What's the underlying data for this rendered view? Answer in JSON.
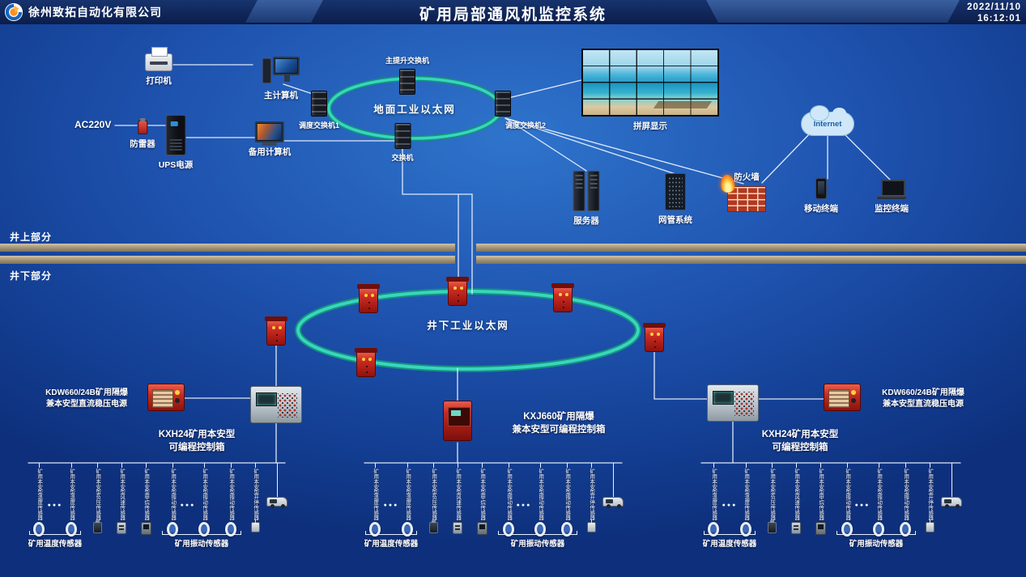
{
  "header": {
    "company": "徐州致拓自动化有限公司",
    "title": "矿用局部通风机监控系统",
    "date": "2022/11/10",
    "time": "16:12:01"
  },
  "sections": {
    "surface": "井上部分",
    "underground": "井下部分"
  },
  "surface": {
    "ring_label": "地面工业以太网",
    "printer": "打印机",
    "main_computer": "主计算机",
    "power_in": "AC220V",
    "arrester": "防雷器",
    "ups": "UPS电源",
    "backup_computer": "备用计算机",
    "switch_main": "主提升交换机",
    "switch_dispatch1": "调度交换机1",
    "switch_dispatch2": "调度交换机2",
    "switch_core": "交换机",
    "video_wall": "拼屏显示",
    "server": "服务器",
    "nms": "网管系统",
    "firewall": "防火墙",
    "internet": "Internet",
    "mobile": "移动终端",
    "monitor_terminal": "监控终端"
  },
  "underground": {
    "ring_label": "井下工业以太网",
    "power_supply": "KDW660/24B矿用隔爆\n兼本安型直流稳压电源",
    "plc_side": "KXH24矿用本安型\n可编程控制箱",
    "plc_center": "KXJ660矿用隔爆\n兼本安型可编程控制箱",
    "ellipsis": "●●●",
    "sensor_labels": {
      "temp": "矿用本安型温度传感器",
      "negative_pressure": "矿用本安型负压传感器",
      "wind_speed": "矿用本安型风速传感器",
      "methane": "矿用本安型甲烷传感器",
      "vibration": "矿用本安型振动传感器",
      "onoff": "矿用本安型开停传感器"
    },
    "group_labels": {
      "temp": "矿用温度传感器",
      "vibration": "矿用振动传感器"
    }
  }
}
